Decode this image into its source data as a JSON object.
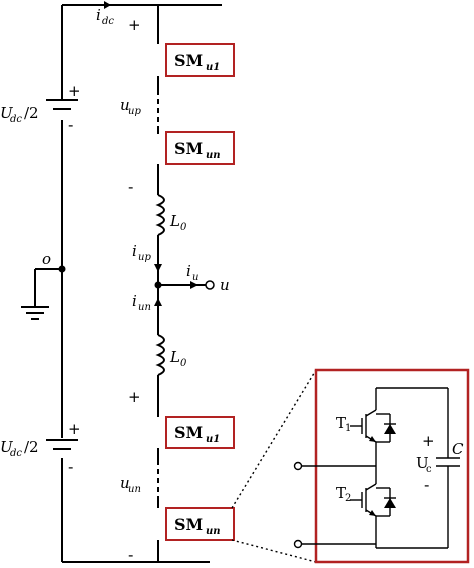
{
  "labels": {
    "idc_main": "i",
    "idc_sub": "dc",
    "udc_top_main": "U",
    "udc_top_sub": "dc",
    "udc_top_tail": "/2",
    "udc_bot_main": "U",
    "udc_bot_sub": "dc",
    "udc_bot_tail": "/2",
    "node_o": "o",
    "uup_main": "u",
    "uup_sub": "up",
    "uun_main": "u",
    "uun_sub": "un",
    "L0_upper_main": "L",
    "L0_upper_sub": "0",
    "L0_lower_main": "L",
    "L0_lower_sub": "0",
    "iup_main": "i",
    "iup_sub": "up",
    "iun_main": "i",
    "iun_sub": "un",
    "iu_main": "i",
    "iu_sub": "u",
    "u_out": "u",
    "plus": "+",
    "minus": "-",
    "T1_main": "T",
    "T1_sub": "1",
    "T2_main": "T",
    "T2_sub": "2",
    "Uc_main": "U",
    "Uc_sub": "c",
    "C": "C"
  },
  "submodules": {
    "sm_main": "SM",
    "upper_first_sub": "u1",
    "upper_last_sub": "un",
    "lower_first_sub": "u1",
    "lower_last_sub": "un"
  },
  "colors": {
    "module_border": "#b22222",
    "wire": "#000000"
  }
}
